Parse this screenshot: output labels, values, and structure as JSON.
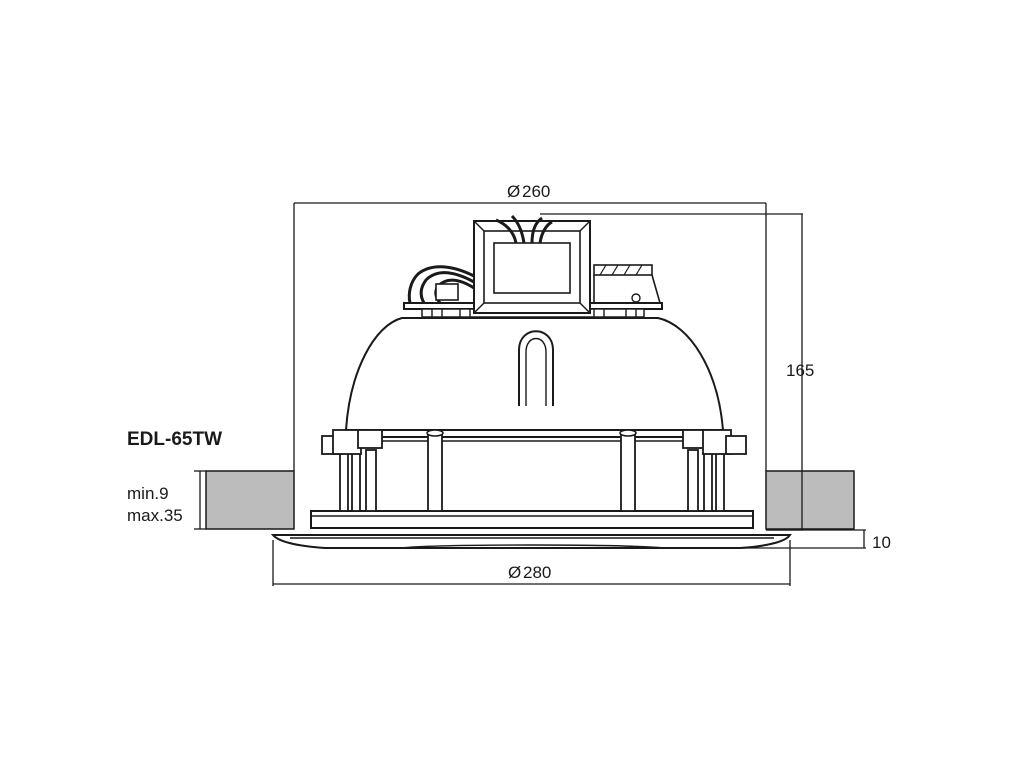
{
  "model": "EDL-65TW",
  "dimensions": {
    "top_diameter": "260",
    "bottom_diameter": "280",
    "height": "165",
    "flange": "10",
    "ceiling_min": "min.9",
    "ceiling_max": "max.35",
    "diameter_symbol": "Ø"
  },
  "colors": {
    "line": "#1a1a1a",
    "ceiling": "#bcbcbc",
    "background": "#ffffff"
  }
}
